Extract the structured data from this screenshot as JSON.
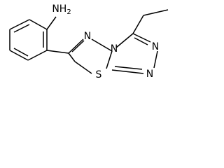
{
  "molecule": {
    "atoms": {
      "amine": "NH",
      "amine_subscript": "2",
      "ring_n_top": "N",
      "ring_n_bridge": "N",
      "ring_n_right": "N",
      "ring_n_bottom": "N",
      "sulfur": "S"
    }
  }
}
